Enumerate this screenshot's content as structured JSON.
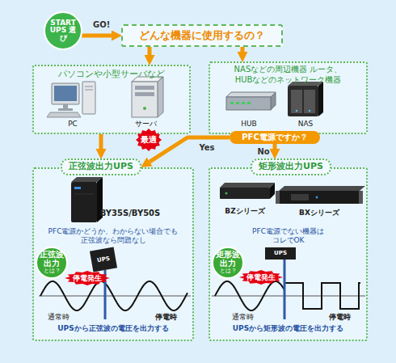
{
  "diagram": {
    "nodes": [
      {
        "text": [
          "START UPS 選び"
        ]
      },
      {
        "text": [
          "どんな機器に使用するの？"
        ]
      },
      {
        "text": [
          "パソコンや小型サーバなど"
        ]
      },
      {
        "text": [
          "NASなどの周辺機器 ルータ、HUBなどのネットワーク機器"
        ]
      },
      {
        "text": [
          "PFC電源ですか？"
        ]
      },
      {
        "text": [
          "最適"
        ]
      },
      {
        "text": [
          "正弦波出力UPS"
        ]
      },
      {
        "text": [
          "PFC電源かどうか、わからない場合でも 正弦波なら問題なし",
          "UPSから正弦波の電圧を出力する"
        ]
      },
      {
        "text": [
          "正弦波出力",
          "とは？"
        ],
        "in": 7
      },
      {
        "text": [
          "UPS"
        ],
        "in": 7
      },
      {
        "text": [
          "停電発生"
        ],
        "in": 7
      },
      {
        "text": [
          "矩形波出力UPS"
        ]
      },
      {
        "text": [
          "PFC電源でない機器は コレでOK",
          "UPSから矩形波の電圧を出力する"
        ]
      },
      {
        "text": [
          "矩形波出力",
          "とは？"
        ],
        "in": 12
      },
      {
        "text": [
          "UPS"
        ],
        "in": 12
      },
      {
        "text": [
          "停電発生"
        ],
        "in": 12
      }
    ],
    "edges": [
      {
        "from": 0,
        "to": 1,
        "arrow": "to",
        "label": "GO!"
      },
      {
        "from": 1,
        "to": 2,
        "arrow": "to"
      },
      {
        "from": 1,
        "to": 3,
        "arrow": "to"
      },
      {
        "from": 2,
        "to": 6,
        "arrow": "to"
      },
      {
        "from": 4,
        "to": 6,
        "arrow": "to",
        "label": "Yes"
      },
      {
        "from": 4,
        "to": 11,
        "arrow": "to",
        "label": "No"
      }
    ],
    "labels": [
      "PC",
      "サーバ",
      "HUB",
      "NAS",
      "BY35S/BY50S",
      "通常時",
      "停電時",
      "BZシリーズ",
      "BXシリーズ",
      "通常時",
      "停電時"
    ]
  }
}
